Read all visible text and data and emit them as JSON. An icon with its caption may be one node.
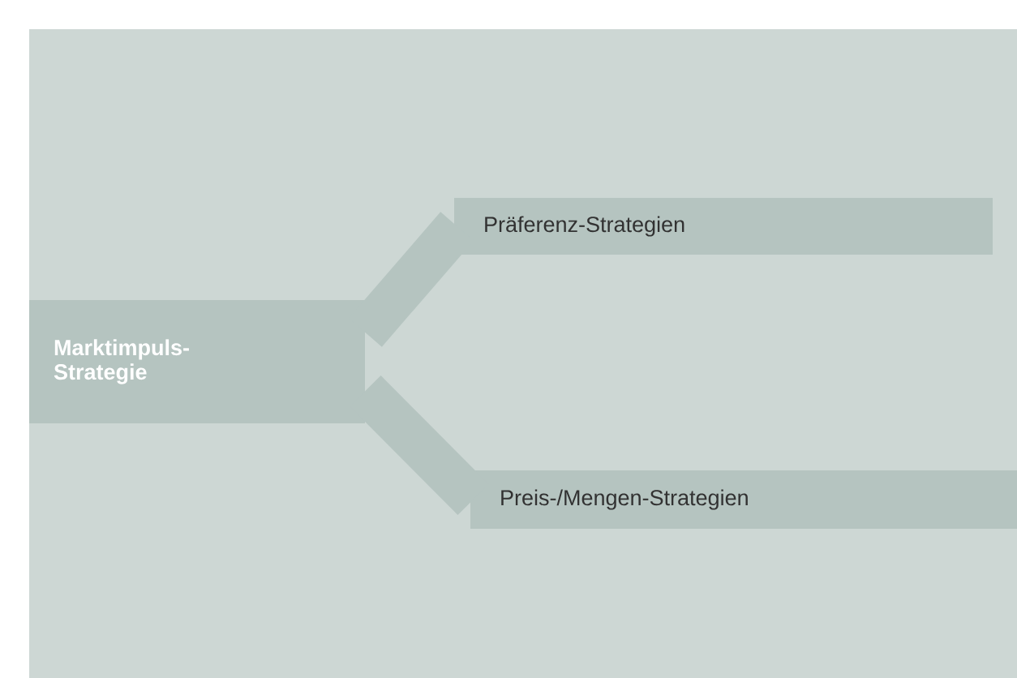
{
  "diagram": {
    "nodes": [
      {
        "text": [
          "Marktimpuls-Strategie"
        ]
      },
      {
        "text": [
          "Präferenz-Strategien"
        ]
      },
      {
        "text": [
          "Preis-/Mengen-Strategien"
        ]
      }
    ],
    "edges": [
      {
        "from": 0,
        "to": 1,
        "arrow": "none"
      },
      {
        "from": 0,
        "to": 2,
        "arrow": "none"
      }
    ]
  }
}
